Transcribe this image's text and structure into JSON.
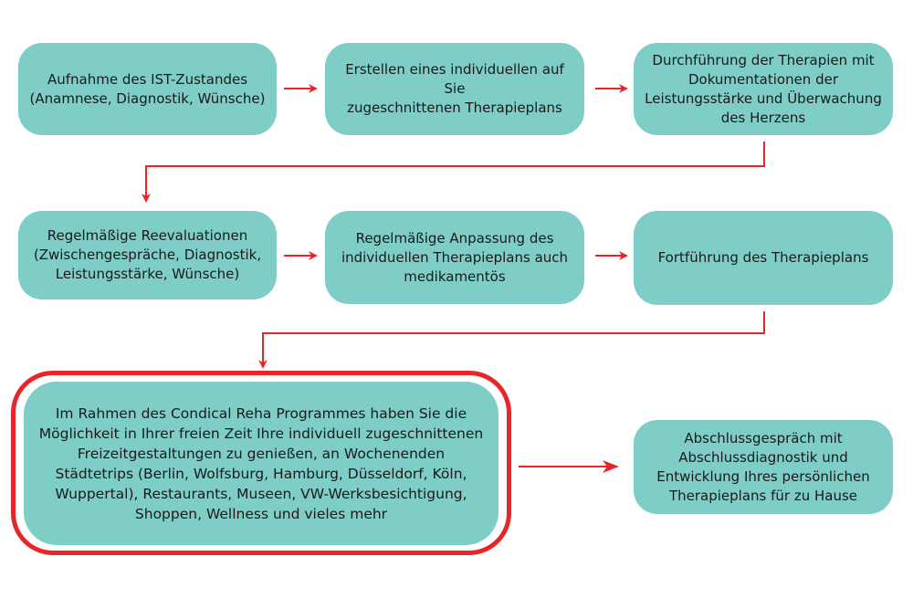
{
  "steps": [
    {
      "id": "step-1",
      "text": "Aufnahme des IST-Zustandes\n(Anamnese, Diagnostik, Wünsche)"
    },
    {
      "id": "step-2",
      "text": "Erstellen eines individuellen auf Sie\nzugeschnittenen Therapieplans"
    },
    {
      "id": "step-3",
      "text": "Durchführung der Therapien mit\nDokumentationen der\nLeistungsstärke und Überwachung\ndes Herzens"
    },
    {
      "id": "step-4",
      "text": "Regelmäßige Reevaluationen\n(Zwischengespräche, Diagnostik,\nLeistungsstärke, Wünsche)"
    },
    {
      "id": "step-5",
      "text": "Regelmäßige Anpassung des\nindividuellen Therapieplans auch\nmedikamentös"
    },
    {
      "id": "step-6",
      "text": "Fortführung des Therapieplans"
    },
    {
      "id": "step-7",
      "text": "Im Rahmen des Condical Reha Programmes haben Sie die\nMöglichkeit in Ihrer freien Zeit Ihre individuell zugeschnittenen\nFreizeitgestaltungen zu genießen, an Wochenenden\nStädtetrips (Berlin, Wolfsburg, Hamburg, Düsseldorf,  Köln,\nWuppertal), Restaurants, Museen, VW-Werksbesichtigung,\nShoppen, Wellness und vieles mehr"
    },
    {
      "id": "step-8",
      "text": "Abschlussgespräch mit\nAbschlussdiagnostik  und\nEntwicklung Ihres persönlichen\nTherapieplans für zu Hause"
    }
  ],
  "colors": {
    "box": "#7ecdc6",
    "arrow": "#e8262a",
    "text": "#1a1a1a"
  }
}
